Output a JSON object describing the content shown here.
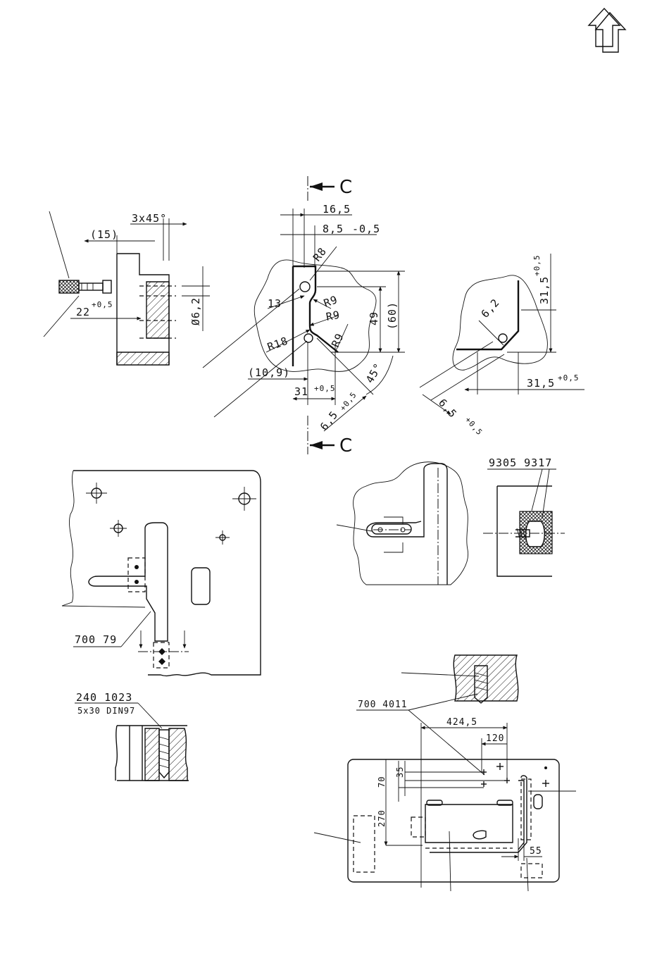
{
  "corner_mark": {
    "icon": "double-arrow-up-icon"
  },
  "section_marker": {
    "letter_top": "C",
    "letter_bottom": "C"
  },
  "fig_side": {
    "chamfer": "3x45°",
    "ref_15": "(15)",
    "dim_22": "22",
    "tol_22": "+0,5",
    "dia": "Ø6,2"
  },
  "fig_center": {
    "d_16_5": "16,5",
    "d_8_5": "8,5",
    "tol_8_5": "-0,5",
    "r8": "R8",
    "d_13": "13",
    "r9a": "R9",
    "r9b": "R9",
    "r9c": "R9",
    "r18": "R18",
    "d_49": "49",
    "d_60": "(60)",
    "d_10_9": "(10,9)",
    "d_31": "31",
    "tol_31": "+0,5",
    "d_6_5": "6,5",
    "tol_6_5": "+0,5",
    "angle": "45°"
  },
  "fig_right": {
    "d_6_2": "6,2",
    "d_31_5_v": "31,5",
    "tol_31_5_v": "+0,5",
    "d_31_5_h": "31,5",
    "tol_31_5_h": "+0,5",
    "d_6_5": "6,5",
    "tol_6_5": "+0,5"
  },
  "fig_panel_left": {
    "part": "700 79"
  },
  "fig_seal": {
    "parts": "9305 9317"
  },
  "fig_screw": {
    "part": "240 1023",
    "spec": "5x30 DIN97"
  },
  "fig_bottom": {
    "part": "700 4011",
    "d_424_5": "424,5",
    "d_120": "120",
    "d_35": "35",
    "d_70": "70",
    "d_270": "270",
    "d_55": "55"
  }
}
